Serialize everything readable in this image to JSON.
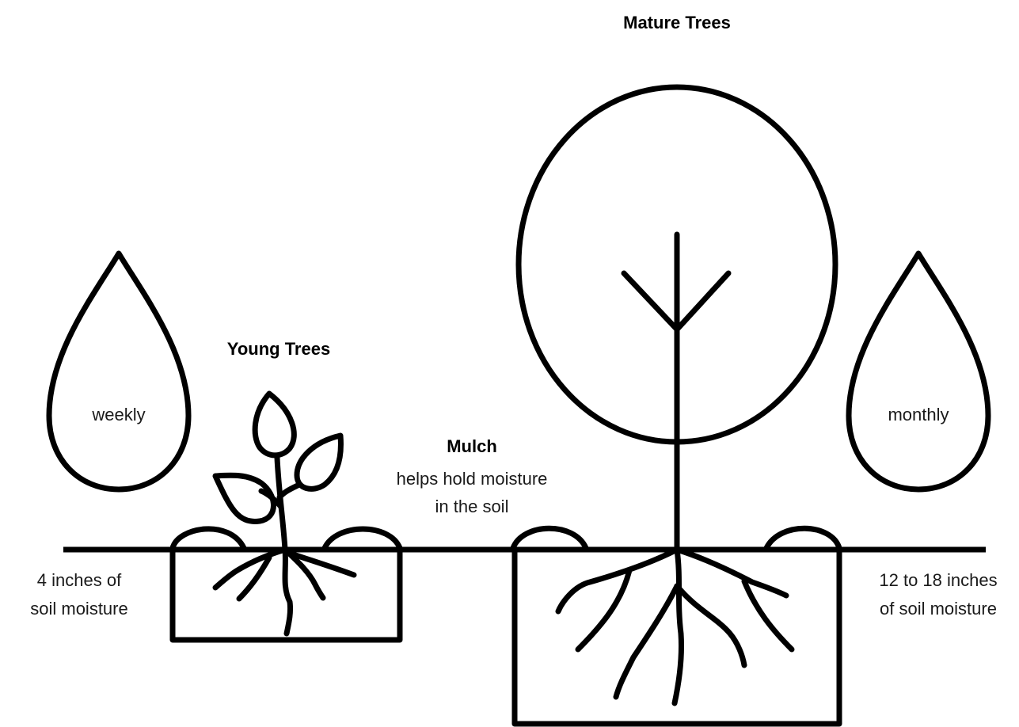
{
  "labels": {
    "mature_title": "Mature Trees",
    "young_title": "Young Trees",
    "mulch_title": "Mulch",
    "mulch_line1": "helps hold moisture",
    "mulch_line2": "in the soil",
    "weekly": "weekly",
    "monthly": "monthly",
    "young_depth_line1": "4 inches of",
    "young_depth_line2": "soil moisture",
    "mature_depth_line1": "12 to 18 inches",
    "mature_depth_line2": "of soil moisture"
  },
  "colors": {
    "stroke": "#000000",
    "background": "#ffffff"
  }
}
